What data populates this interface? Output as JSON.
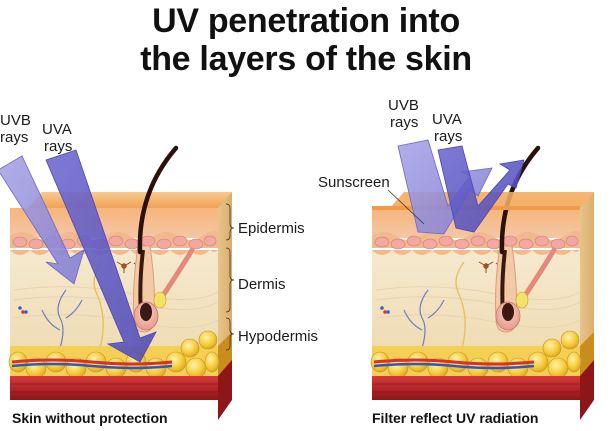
{
  "title": {
    "line1": "UV penetration into",
    "line2": "the layers of the skin"
  },
  "left_panel": {
    "uvb_line1": "UVB",
    "uvb_line2": "rays",
    "uva_line1": "UVA",
    "uva_line2": "rays",
    "caption": "Skin without protection"
  },
  "layer_labels": {
    "epidermis": "Epidermis",
    "dermis": "Dermis",
    "hypodermis": "Hypodermis"
  },
  "right_panel": {
    "uvb_line1": "UVB",
    "uvb_line2": "rays",
    "uva_line1": "UVA",
    "uva_line2": "rays",
    "sunscreen": "Sunscreen",
    "caption": "Filter reflect UV radiation"
  },
  "colors": {
    "uvb": "#8a86d8",
    "uva": "#5a56c6",
    "epidermis": "#f3a85e",
    "dermis": "#f4e4c4",
    "fat": "#f5c93a",
    "muscle": "#c0282d"
  }
}
